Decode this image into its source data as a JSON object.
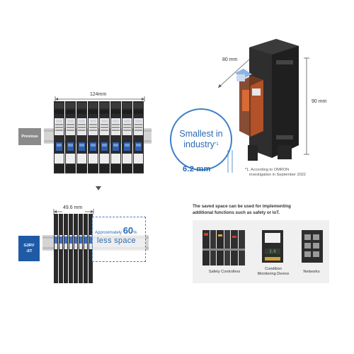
{
  "previous": {
    "tag": "Previous",
    "width_label": "124mm"
  },
  "new": {
    "tag_line1": "G2RV",
    "tag_line2": "-ST",
    "width_label": "49.6 mm",
    "approx_prefix": "Approximately",
    "approx_value": "60",
    "approx_unit": "%",
    "less_space": "less space"
  },
  "relay": {
    "depth_label": "80 mm",
    "height_label": "90 mm",
    "smallest_line1": "Smallest in",
    "smallest_line2": "industry",
    "smallest_note_mark": "*1",
    "width_label": "6.2 mm",
    "footnote_line1": "*1. According to OMRON",
    "footnote_line2": "investigation in September 2022"
  },
  "saved_space": {
    "text_line1": "The saved space can be used for implementing",
    "text_line2": "additional functions such as safety or IoT.",
    "items": [
      {
        "label": "Safety Controllers"
      },
      {
        "label_line1": "Condition",
        "label_line2": "Monitoring Device",
        "display": "3.0"
      },
      {
        "label": "Networks"
      }
    ]
  },
  "colors": {
    "accent_blue": "#2a6ab3",
    "tag_gray": "#8a8a8a",
    "tag_blue": "#1f5aa6"
  }
}
